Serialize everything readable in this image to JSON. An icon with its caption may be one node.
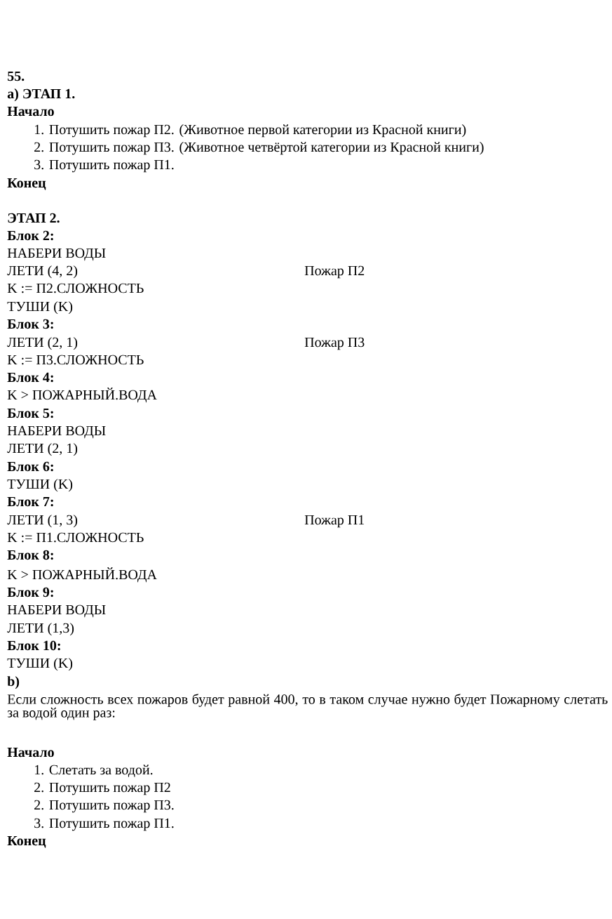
{
  "diagram": {
    "labels": [
      "55.",
      "а) ЭТАП 1.",
      "Начало",
      "1. Потушить пожар П2. (Животное первой категории из Красной книги)",
      "2. Потушить пожар П3. (Животное четвёртой категории из Красной книги)",
      "3. Потушить пожар П1.",
      "Конец",
      "ЭТАП 2.",
      "Блок 2:",
      "НАБЕРИ ВОДЫ",
      "ЛЕТИ (4, 2)",
      "Пожар П2",
      "K := П2.СЛОЖНОСТЬ",
      "ТУШИ (K)",
      "Блок 3:",
      "ЛЕТИ (2, 1)",
      "Пожар П3",
      "K := П3.СЛОЖНОСТЬ",
      "Блок 4:",
      "K > ПОЖАРНЫЙ.ВОДА",
      "Блок 5:",
      "НАБЕРИ ВОДЫ",
      "ЛЕТИ (2, 1)",
      "Блок 6:",
      "ТУШИ (K)",
      "Блок 7:",
      "ЛЕТИ (1, 3)",
      "Пожар П1",
      "K := П1.СЛОЖНОСТЬ",
      "Блок 8:",
      "K > ПОЖАРНЫЙ.ВОДА",
      "Блок 9:",
      "НАБЕРИ ВОДЫ",
      "ЛЕТИ (1,3)",
      "Блок 10:",
      "ТУШИ (K)",
      "b)",
      "Если сложность всех пожаров будет равной 400, то в таком случае нужно будет Пожарному слетать за водой один раз:",
      "Начало",
      "1. Слетать за водой.",
      "2. Потушить пожар П2",
      "2. Потушить пожар П3.",
      "3. Потушить пожар П1.",
      "Конец"
    ]
  }
}
